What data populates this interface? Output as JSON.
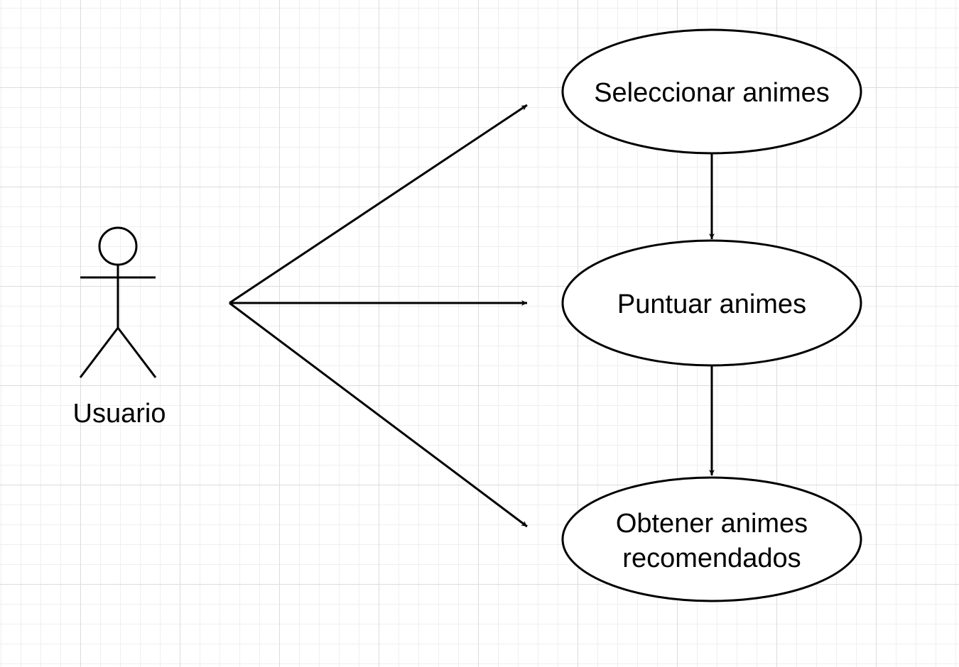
{
  "actor": {
    "name": "Usuario",
    "icon": "stick-figure-actor-icon"
  },
  "use_cases": [
    {
      "id": "uc1",
      "label": "Seleccionar animes"
    },
    {
      "id": "uc2",
      "label": "Puntuar animes"
    },
    {
      "id": "uc3",
      "label_line1": "Obtener animes",
      "label_line2": "recomendados"
    }
  ],
  "colors": {
    "stroke": "#000000",
    "background": "#ffffff",
    "grid": "#dcdcdc"
  }
}
